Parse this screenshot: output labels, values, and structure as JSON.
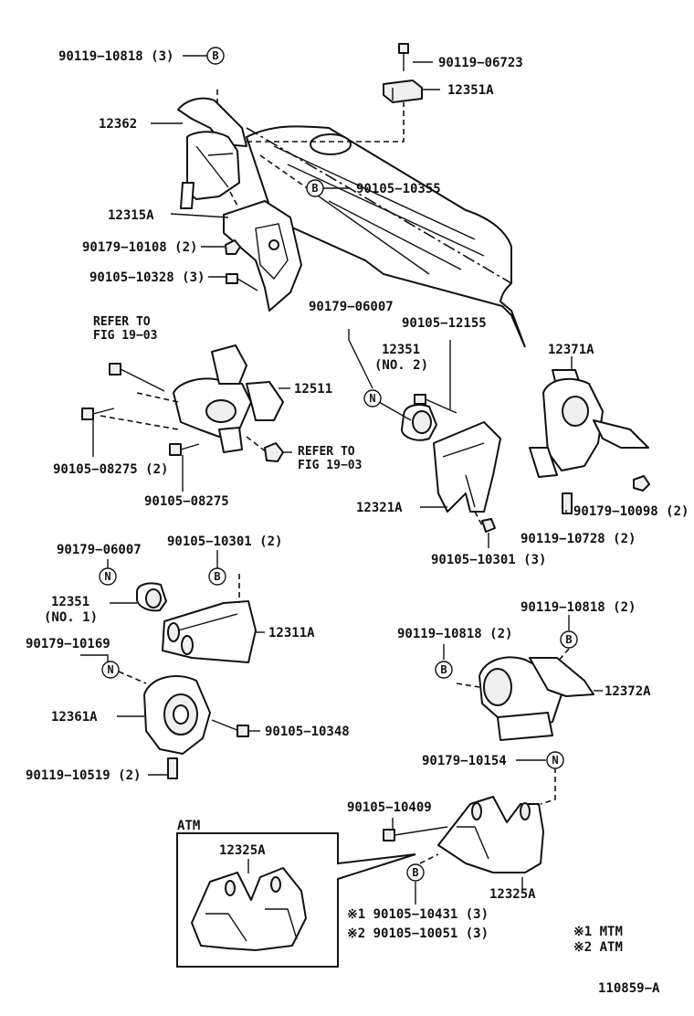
{
  "labels": {
    "p_90119_10818_3": "90119−10818 (3)",
    "p_90119_06723": "90119−06723",
    "p_12351A": "12351A",
    "p_12362": "12362",
    "p_90105_10355": "90105−10355",
    "p_12315A": "12315A",
    "p_90179_10108_2": "90179−10108 (2)",
    "p_90105_10328_3": "90105−10328 (3)",
    "p_90179_06007_a": "90179−06007",
    "p_90105_12155": "90105−12155",
    "p_12351_no2_a": "12351",
    "p_12351_no2_b": "(NO. 2)",
    "p_12371A": "12371A",
    "refer_1_a": "REFER TO",
    "refer_1_b": "FIG 19−03",
    "p_12511": "12511",
    "p_90105_08275_2": "90105−08275 (2)",
    "refer_2_a": "REFER TO",
    "refer_2_b": "FIG 19−03",
    "p_90105_08275": "90105−08275",
    "p_12321A": "12321A",
    "p_90179_10098_2": "90179−10098 (2)",
    "p_90119_10728_2": "90119−10728 (2)",
    "p_90105_10301_3": "90105−10301 (3)",
    "p_90179_06007_b": "90179−06007",
    "p_90105_10301_2": "90105−10301 (2)",
    "p_12351_no1_a": "12351",
    "p_12351_no1_b": "(NO. 1)",
    "p_12311A": "12311A",
    "p_90119_10818_2_a": "90119−10818 (2)",
    "p_90119_10818_2_b": "90119−10818 (2)",
    "p_12372A": "12372A",
    "p_90179_10169": "90179−10169",
    "p_12361A": "12361A",
    "p_90105_10348": "90105−10348",
    "p_90119_10519_2": "90119−10519 (2)",
    "p_90179_10154": "90179−10154",
    "p_90105_10409": "90105−10409",
    "atm_box_title": "ATM",
    "p_12325A_inset": "12325A",
    "p_12325A": "12325A",
    "p_90105_10431_3": "※1 90105−10431 (3)",
    "p_90105_10051_3": "※2 90105−10051 (3)",
    "legend_1": "※1 MTM",
    "legend_2": "※2 ATM",
    "figure_id": "110859−A"
  },
  "markers": {
    "B": "B",
    "N": "N"
  }
}
